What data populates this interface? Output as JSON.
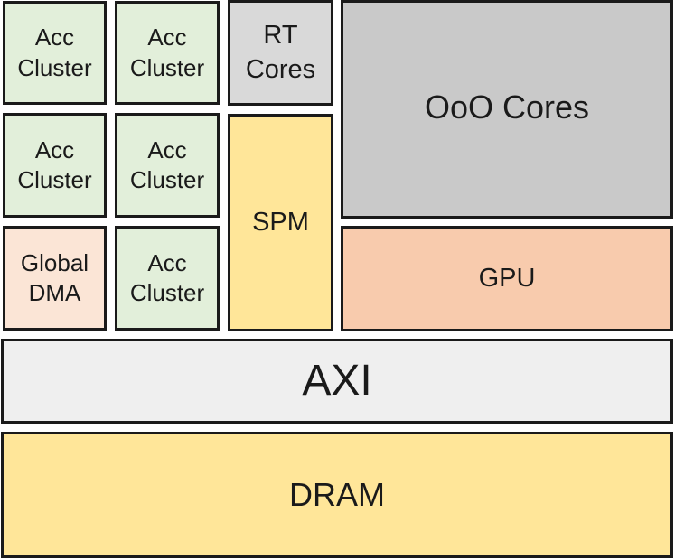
{
  "blocks": {
    "acc_cluster_1": {
      "label": "Acc\nCluster"
    },
    "acc_cluster_2": {
      "label": "Acc\nCluster"
    },
    "acc_cluster_3": {
      "label": "Acc\nCluster"
    },
    "acc_cluster_4": {
      "label": "Acc\nCluster"
    },
    "acc_cluster_5": {
      "label": "Acc\nCluster"
    },
    "global_dma": {
      "label": "Global\nDMA"
    },
    "rt_cores": {
      "label": "RT\nCores"
    },
    "spm": {
      "label": "SPM"
    },
    "ooo_cores": {
      "label": "OoO Cores"
    },
    "gpu": {
      "label": "GPU"
    },
    "axi": {
      "label": "AXI"
    },
    "dram": {
      "label": "DRAM"
    }
  },
  "colors": {
    "acc_cluster": "#e2efda",
    "global_dma": "#fbe5d6",
    "rt_cores": "#d9d9d9",
    "spm": "#ffe699",
    "ooo_cores": "#c9c9c9",
    "gpu": "#f8cbad",
    "axi": "#efefef",
    "dram": "#ffe699",
    "border": "#1a1a1a"
  }
}
